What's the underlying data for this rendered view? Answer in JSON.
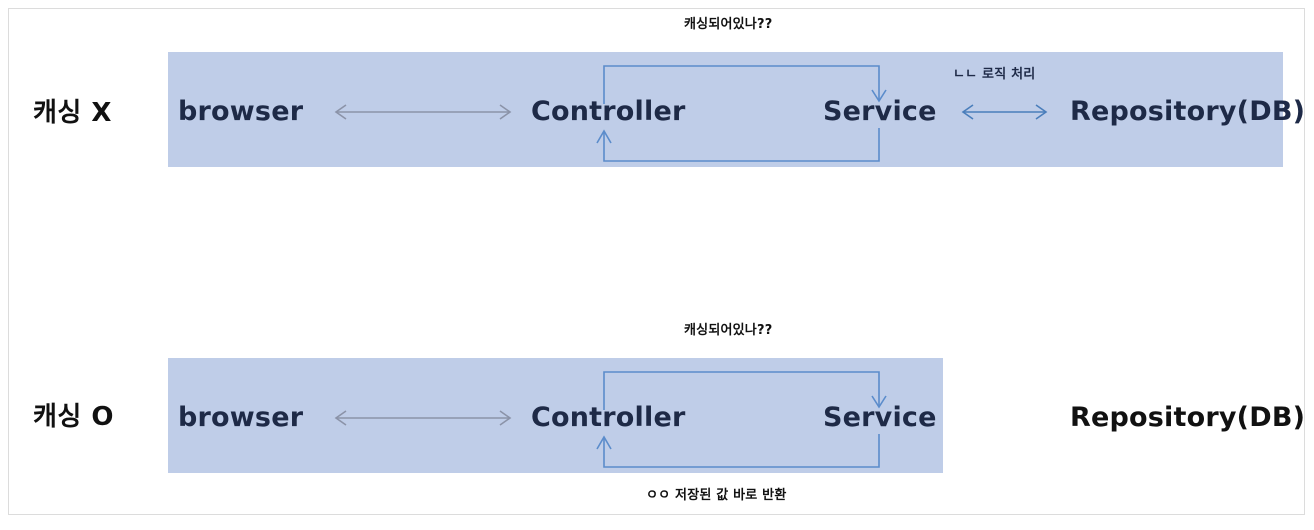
{
  "diagram": {
    "title": "Caching flow: Controller / Service / Repository",
    "colors": {
      "band": "#bfcde8",
      "band_text": "#1e2a47",
      "outside_text": "#111111",
      "loop_arrow": "#5b8ccb",
      "plain_arrow": "#8b93a8",
      "blue_arrow": "#4a7ebb",
      "frame_border": "#dcdcdc",
      "background": "#ffffff"
    },
    "rows": [
      {
        "id": "no-cache",
        "side_label": "캐싱 X",
        "top_caption": "캐싱되어있나??",
        "side_caption": "ㄴㄴ 로직 처리",
        "bottom_caption": "",
        "nodes": [
          {
            "id": "browser",
            "label": "browser",
            "in_band": true
          },
          {
            "id": "controller",
            "label": "Controller",
            "in_band": true
          },
          {
            "id": "service",
            "label": "Service",
            "in_band": true
          },
          {
            "id": "repository",
            "label": "Repository(DB)",
            "in_band": true
          }
        ],
        "connections": [
          {
            "from": "browser",
            "to": "controller",
            "kind": "double-arrow",
            "color": "plain"
          },
          {
            "from": "controller",
            "to": "service",
            "kind": "loop-down",
            "color": "loop"
          },
          {
            "from": "service",
            "to": "controller",
            "kind": "loop-up",
            "color": "loop"
          },
          {
            "from": "service",
            "to": "repository",
            "kind": "double-arrow",
            "color": "blue"
          }
        ]
      },
      {
        "id": "with-cache",
        "side_label": "캐싱 O",
        "top_caption": "캐싱되어있나??",
        "side_caption": "",
        "bottom_caption": "ㅇㅇ 저장된 값 바로 반환",
        "nodes": [
          {
            "id": "browser",
            "label": "browser",
            "in_band": true
          },
          {
            "id": "controller",
            "label": "Controller",
            "in_band": true
          },
          {
            "id": "service",
            "label": "Service",
            "in_band": true
          },
          {
            "id": "repository",
            "label": "Repository(DB)",
            "in_band": false
          }
        ],
        "connections": [
          {
            "from": "browser",
            "to": "controller",
            "kind": "double-arrow",
            "color": "plain"
          },
          {
            "from": "controller",
            "to": "service",
            "kind": "loop-down",
            "color": "loop"
          },
          {
            "from": "service",
            "to": "controller",
            "kind": "loop-up",
            "color": "loop"
          }
        ]
      }
    ]
  }
}
